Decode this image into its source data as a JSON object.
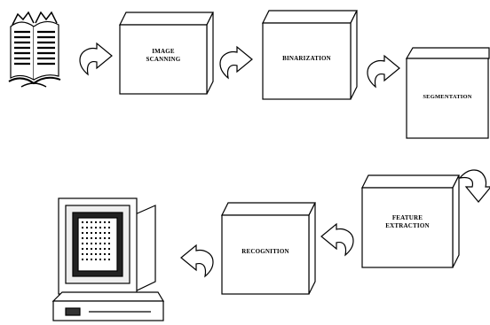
{
  "steps": {
    "image_scanning": {
      "line1": "IMAGE",
      "line2": "SCANNING"
    },
    "binarization": {
      "label": "BINARIZATION"
    },
    "segmentation": {
      "label": "SEGMENTATION"
    },
    "feature_extraction": {
      "line1": "FEATURE",
      "line2": "EXTRACTION"
    },
    "recognition": {
      "label": "RECOGNITION"
    }
  },
  "icons": {
    "input": "open-book-icon",
    "output": "computer-monitor-icon",
    "connector": "curved-arrow-icon"
  },
  "colors": {
    "stroke": "#000000",
    "fill": "#ffffff"
  }
}
